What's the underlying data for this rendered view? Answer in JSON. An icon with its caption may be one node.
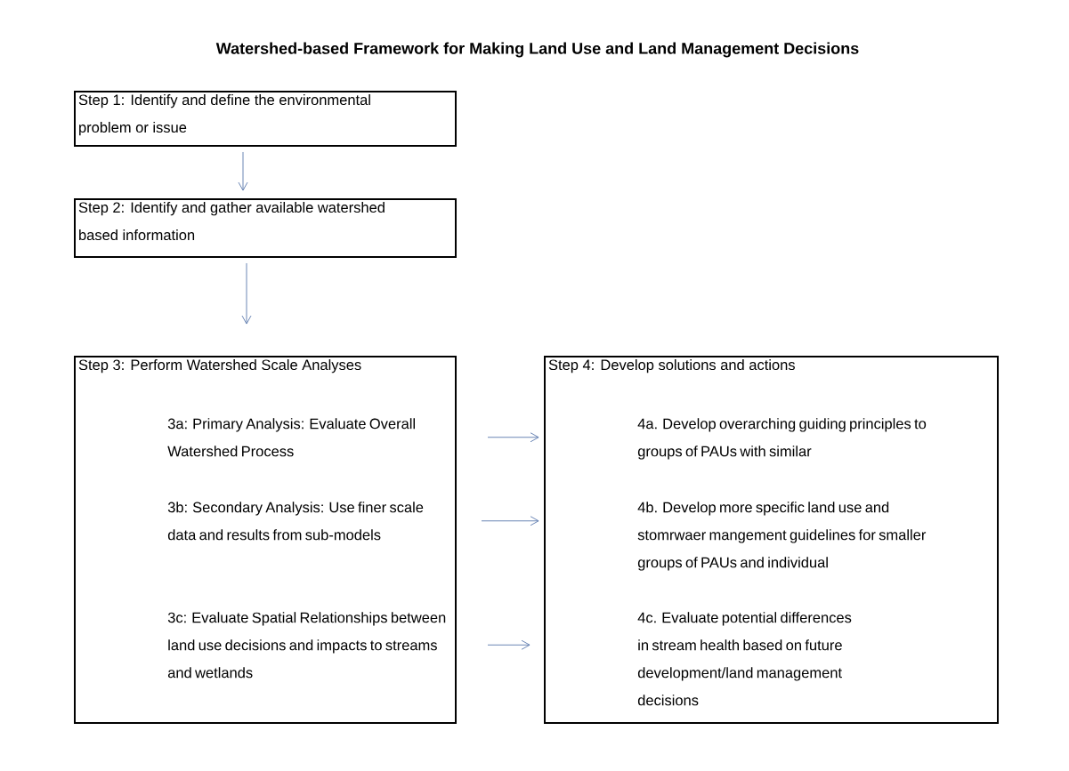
{
  "diagram": {
    "title": "Watershed-based Framework for Making Land Use and Land Management Decisions",
    "nodes": [
      {
        "text": [
          "Step 1: Identify and define the environmental problem or issue"
        ]
      },
      {
        "text": [
          "Step 2: Identify and gather available watershed based information"
        ]
      },
      {
        "text": [
          "Step 3: Perform Watershed Scale Analyses"
        ]
      },
      {
        "text": [
          "3a: Primary Analysis: Evaluate Overall Watershed Process"
        ],
        "in": 2
      },
      {
        "text": [
          "3b: Secondary Analysis: Use finer scale data and results from sub-models"
        ],
        "in": 2
      },
      {
        "text": [
          "3c: Evaluate Spatial Relationships between land use decisions and impacts to streams and wetlands"
        ],
        "in": 2
      },
      {
        "text": [
          "Step 4: Develop solutions and actions"
        ]
      },
      {
        "text": [
          "4a. Develop overarching guiding principles to groups of PAUs with similar"
        ],
        "in": 6
      },
      {
        "text": [
          "4b. Develop more specific land use and stomrwaer mangement guidelines for smaller groups of PAUs and individual"
        ],
        "in": 6
      },
      {
        "text": [
          "4c. Evaluate potential differences in stream health based on future development/land  management decisions"
        ],
        "in": 6
      }
    ],
    "edges": [
      {
        "from": 0,
        "to": 1,
        "arrow": "to"
      },
      {
        "from": 1,
        "to": 2,
        "arrow": "to"
      },
      {
        "from": 3,
        "to": 6,
        "arrow": "to"
      },
      {
        "from": 4,
        "to": 6,
        "arrow": "to"
      },
      {
        "from": 5,
        "to": 6,
        "arrow": "to"
      }
    ]
  }
}
